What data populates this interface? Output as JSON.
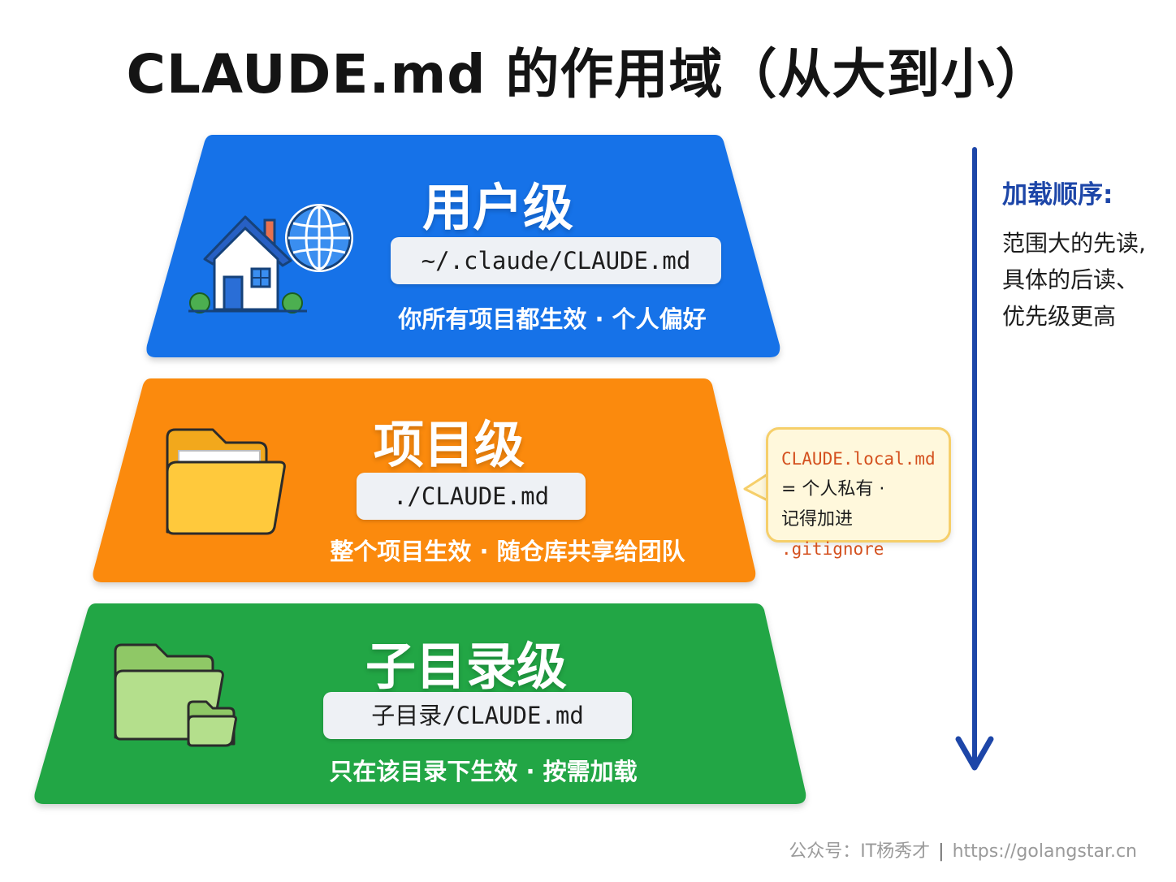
{
  "title": "CLAUDE.md 的作用域（从大到小）",
  "colors": {
    "user": "#1572e8",
    "project": "#fb8a10",
    "subdir": "#22a645",
    "arrow": "#1d46a8"
  },
  "tiers": [
    {
      "name": "用户级",
      "path": "~/.claude/CLAUDE.md",
      "desc": "你所有项目都生效 · 个人偏好",
      "icon": "house-globe-icon"
    },
    {
      "name": "项目级",
      "path": "./CLAUDE.md",
      "desc": "整个项目生效 · 随仓库共享给团队",
      "icon": "folder-icon"
    },
    {
      "name": "子目录级",
      "path": "子目录/CLAUDE.md",
      "desc": "只在该目录下生效 · 按需加载",
      "icon": "nested-folder-icon"
    }
  ],
  "callout": {
    "file": "CLAUDE.local.md",
    "line2": "= 个人私有 ·",
    "line3_prefix": "记得加进 ",
    "line3_code": ".gitignore"
  },
  "load_order": {
    "title": "加载顺序:",
    "lines": [
      "范围大的先读,",
      "具体的后读、",
      "优先级更高"
    ]
  },
  "footer": {
    "account": "公众号：IT杨秀才",
    "url": "https://golangstar.cn"
  }
}
